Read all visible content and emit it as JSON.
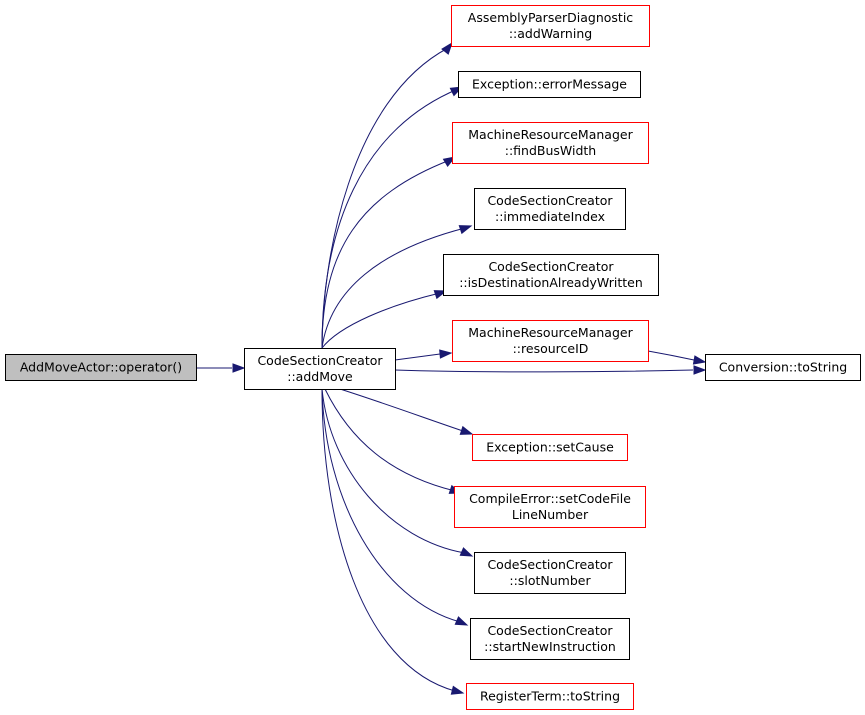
{
  "colors": {
    "root_fill": "#bfbfbf",
    "edge": "#191970",
    "border_black": "#000000",
    "border_red": "#ff0000"
  },
  "nodes": [
    {
      "id": "root",
      "lines": [
        "AddMoveActor::operator()"
      ],
      "border": "black",
      "fill": "root_fill"
    },
    {
      "id": "addMove",
      "lines": [
        "CodeSectionCreator",
        "::addMove"
      ],
      "border": "black"
    },
    {
      "id": "addWarning",
      "lines": [
        "AssemblyParserDiagnostic",
        "::addWarning"
      ],
      "border": "red"
    },
    {
      "id": "errorMessage",
      "lines": [
        "Exception::errorMessage"
      ],
      "border": "black"
    },
    {
      "id": "findBusWidth",
      "lines": [
        "MachineResourceManager",
        "::findBusWidth"
      ],
      "border": "red"
    },
    {
      "id": "immediateIndex",
      "lines": [
        "CodeSectionCreator",
        "::immediateIndex"
      ],
      "border": "black"
    },
    {
      "id": "isDestination",
      "lines": [
        "CodeSectionCreator",
        "::isDestinationAlreadyWritten"
      ],
      "border": "black"
    },
    {
      "id": "resourceID",
      "lines": [
        "MachineResourceManager",
        "::resourceID"
      ],
      "border": "red"
    },
    {
      "id": "convToString",
      "lines": [
        "Conversion::toString"
      ],
      "border": "black"
    },
    {
      "id": "setCause",
      "lines": [
        "Exception::setCause"
      ],
      "border": "red"
    },
    {
      "id": "setCodeFile",
      "lines": [
        "CompileError::setCodeFile",
        "LineNumber"
      ],
      "border": "red"
    },
    {
      "id": "slotNumber",
      "lines": [
        "CodeSectionCreator",
        "::slotNumber"
      ],
      "border": "black"
    },
    {
      "id": "startNew",
      "lines": [
        "CodeSectionCreator",
        "::startNewInstruction"
      ],
      "border": "black"
    },
    {
      "id": "regToString",
      "lines": [
        "RegisterTerm::toString"
      ],
      "border": "red"
    }
  ],
  "edges": [
    {
      "from": "root",
      "to": "addMove"
    },
    {
      "from": "addMove",
      "to": "addWarning"
    },
    {
      "from": "addMove",
      "to": "errorMessage"
    },
    {
      "from": "addMove",
      "to": "findBusWidth"
    },
    {
      "from": "addMove",
      "to": "immediateIndex"
    },
    {
      "from": "addMove",
      "to": "isDestination"
    },
    {
      "from": "addMove",
      "to": "resourceID"
    },
    {
      "from": "addMove",
      "to": "convToString"
    },
    {
      "from": "resourceID",
      "to": "convToString"
    },
    {
      "from": "addMove",
      "to": "setCause"
    },
    {
      "from": "addMove",
      "to": "setCodeFile"
    },
    {
      "from": "addMove",
      "to": "slotNumber"
    },
    {
      "from": "addMove",
      "to": "startNew"
    },
    {
      "from": "addMove",
      "to": "regToString"
    }
  ]
}
